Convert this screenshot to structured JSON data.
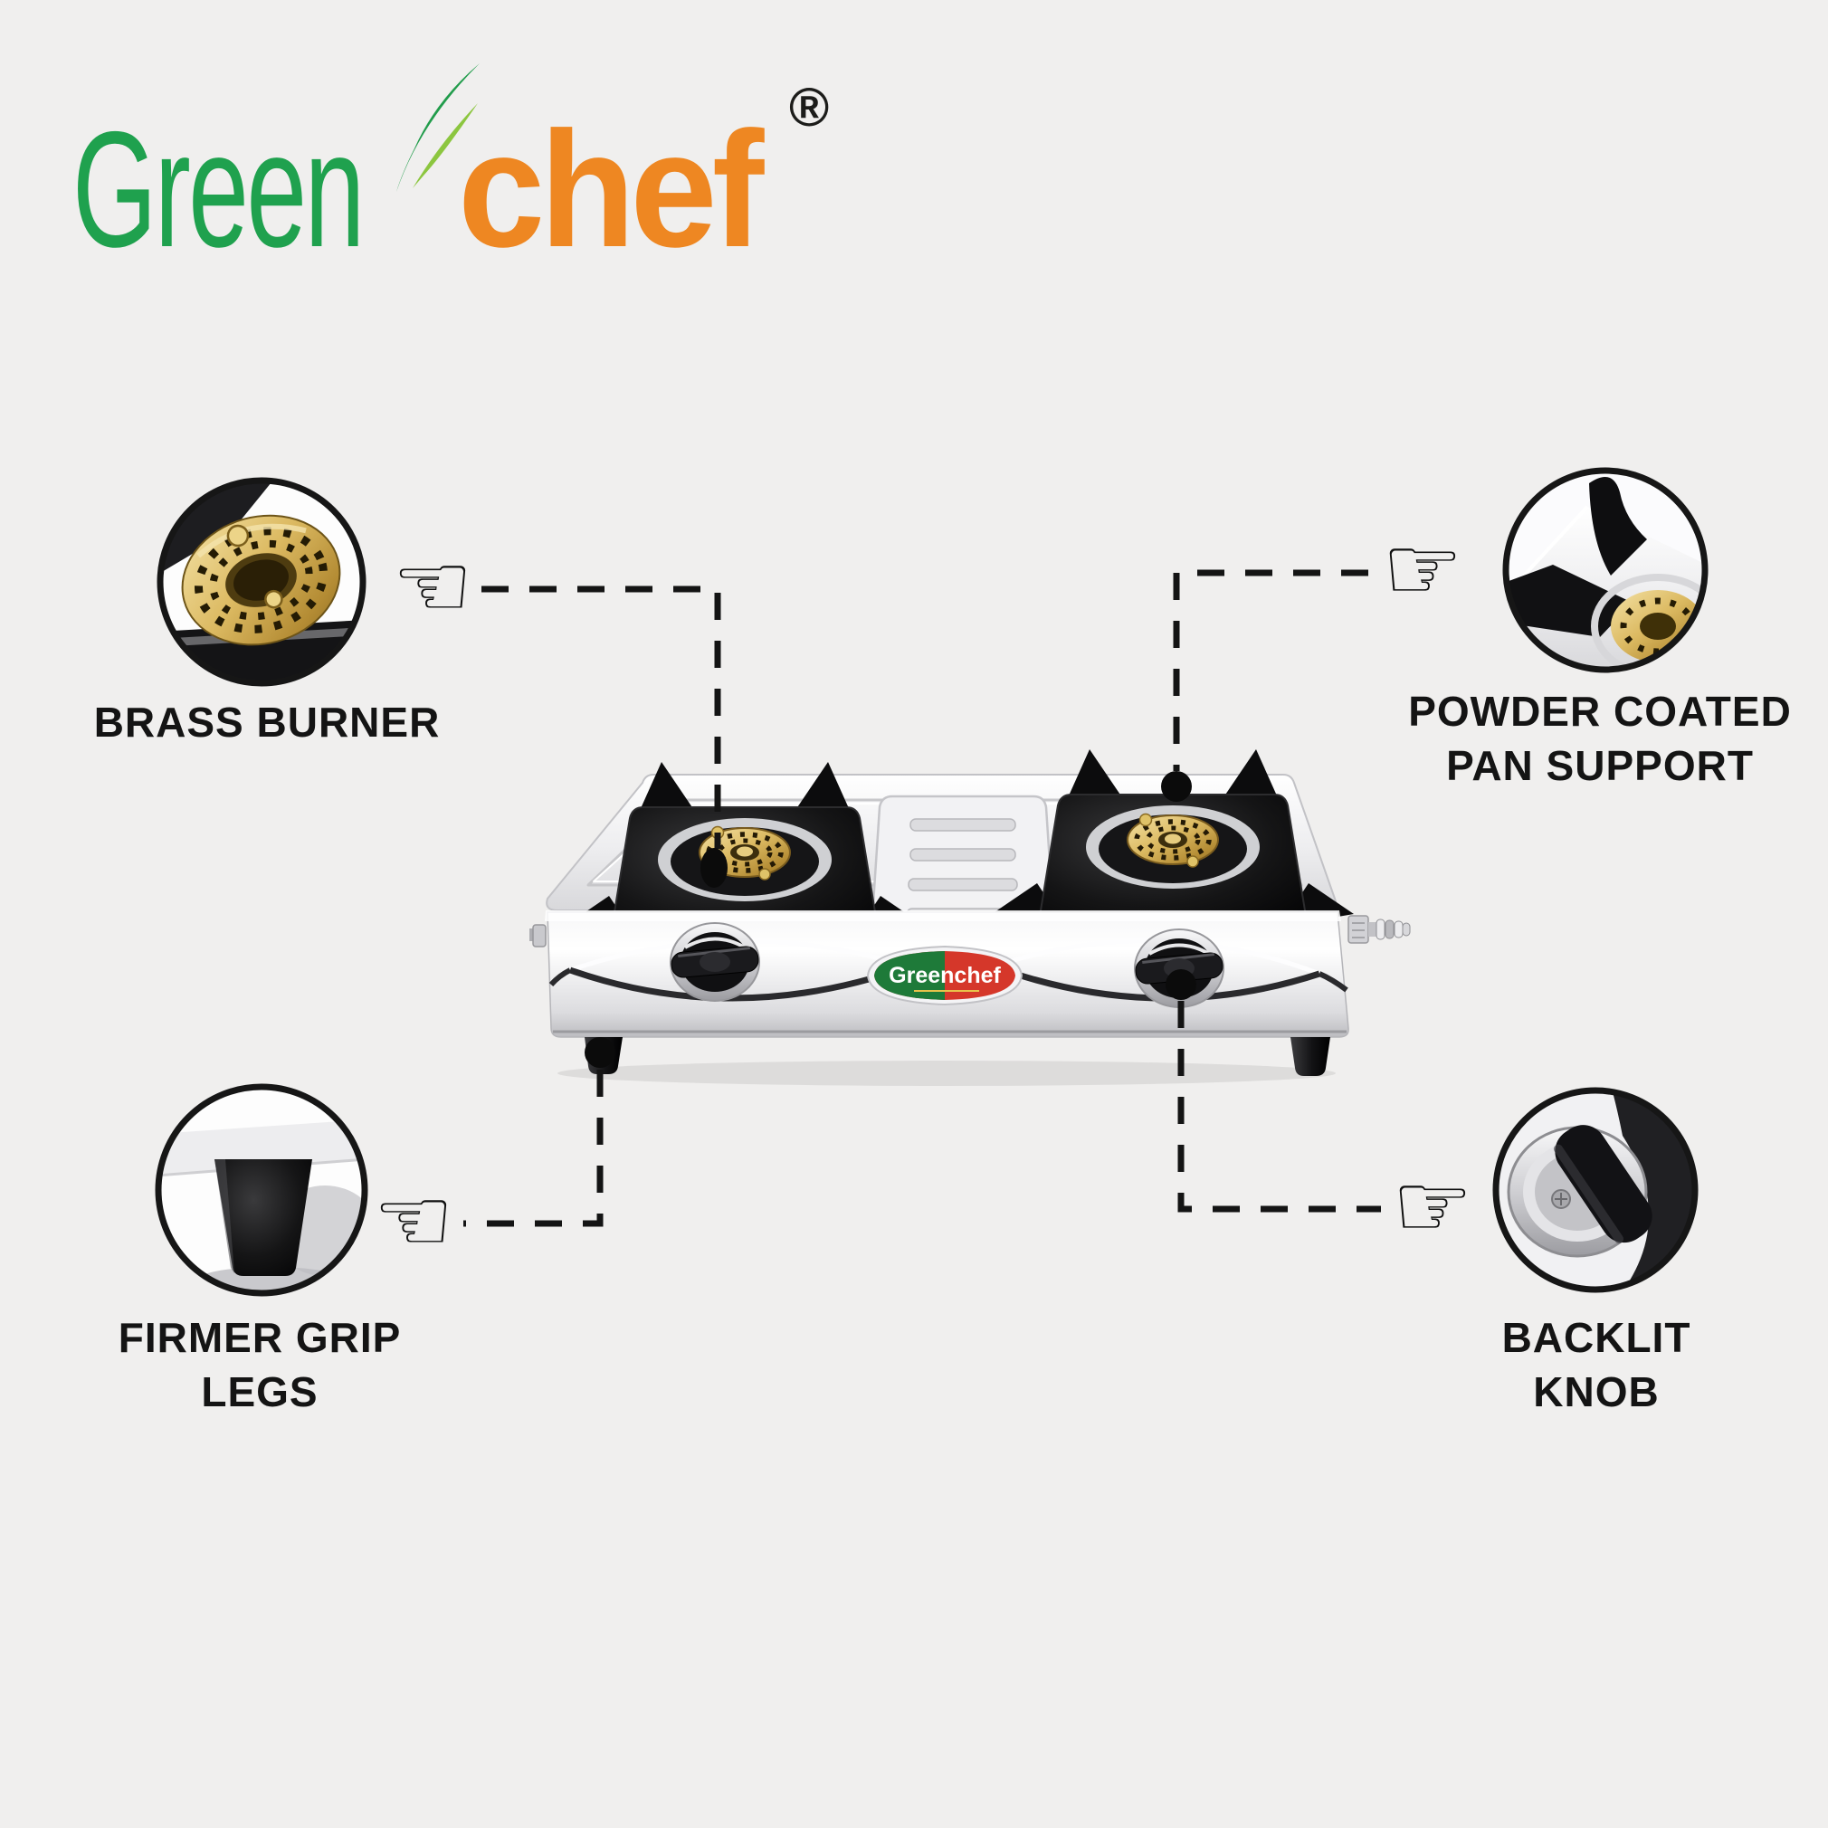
{
  "background_color": "#f0efee",
  "logo": {
    "word_green": "Green",
    "word_chef": "chef",
    "registered_mark": "®",
    "green_color": "#1fa14e",
    "orange_color": "#ee8722",
    "leaf_dark_color": "#219c4b",
    "leaf_light_color": "#8cc63f"
  },
  "callouts": [
    {
      "id": "brass-burner",
      "line1": "BRASS BURNER",
      "line2": ""
    },
    {
      "id": "powder-coated-pan-support",
      "line1": "POWDER COATED",
      "line2": "PAN SUPPORT"
    },
    {
      "id": "firmer-grip-legs",
      "line1": "FIRMER GRIP",
      "line2": "LEGS"
    },
    {
      "id": "backlit-knob",
      "line1": "BACKLIT",
      "line2": "KNOB"
    }
  ],
  "pointers": {
    "left_hand": "☜",
    "right_hand": "☞"
  },
  "product": {
    "badge_text": "Greenchef",
    "badge_green": "#1e7a39",
    "badge_red": "#d5372a"
  },
  "style": {
    "label_color": "#141414",
    "connector_color": "#141414",
    "circle_border_color": "#161616"
  }
}
